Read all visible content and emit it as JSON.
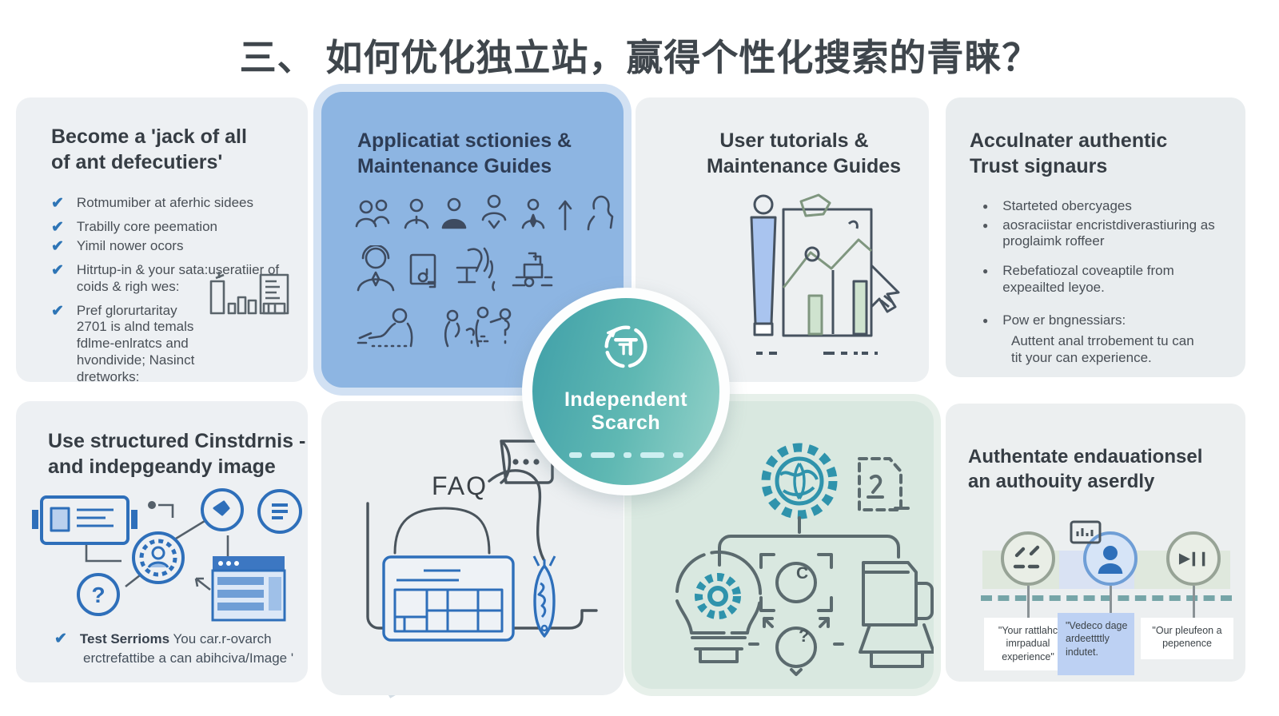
{
  "title": "三、 如何优化独立站，赢得个性化搜索的青睐？",
  "icons": {
    "check": "✔",
    "bullet": "●",
    "play_pause": "▶❙❙",
    "question_mark": "?",
    "letter_c": "C"
  },
  "colors": {
    "accent_blue": "#2e75b6",
    "panel_blue": "#8db5e2",
    "badge_teal": "#3f9fa8",
    "mint_panel": "#d9e8e0"
  },
  "center_badge": {
    "title_line1": "Independent",
    "title_line2": "Scarch"
  },
  "panels": {
    "jack_of_all": {
      "title_line1": "Become a 'jack of all",
      "title_line2": "of ant defecutiers'",
      "checklist": [
        "Rotmumiber at aferhic sidees",
        "Trabilly core peemation",
        "Yimil nower ocors",
        "Hitrtup-in & your sata:useratiier of coids & righ wes:",
        "Pref glorurtaritay 2701 is alnd temals fdlme-enlratcs and hvondivide; Nasinct dretworks:"
      ]
    },
    "application_sections": {
      "title_line1": "Applicatiat sctionies &",
      "title_line2": "Maintenance Guides"
    },
    "user_tutorials": {
      "title_line1": "User tutorials &",
      "title_line2": "Maintenance Guides"
    },
    "trust_signals": {
      "title_line1": "Acculnater authentic",
      "title_line2": "Trust signaurs",
      "bullets": [
        "Starteted obercyages",
        "aosraciistar encristdiverastiuring as proglaimk roffeer",
        "Rebefatiozal coveaptile from expeailted leyoe.",
        "Pow er bngnessiars:"
      ],
      "footnote_line1": "Auttent anal trrobement tu can",
      "footnote_line2": "tit your can experience."
    },
    "structured_data": {
      "title_line1": "Use structured Cinstdrnis -",
      "title_line2": "and indepgeandy image",
      "check_bold": "Test Serrioms",
      "check_text": "You car.r-ovarch",
      "check_line2": "erctrefattibe a can abihciva/Image '"
    },
    "faq": {
      "label": "FAQ"
    },
    "authority": {
      "title_line1": "Authentate endauationsel",
      "title_line2": "an authouity aserdly",
      "cards": [
        "\"Your rattlahc imrpadual experience\"",
        "\"Vedeco dage ardeettttly indutet.",
        "\"Our pleufeon a pepenence"
      ]
    }
  }
}
